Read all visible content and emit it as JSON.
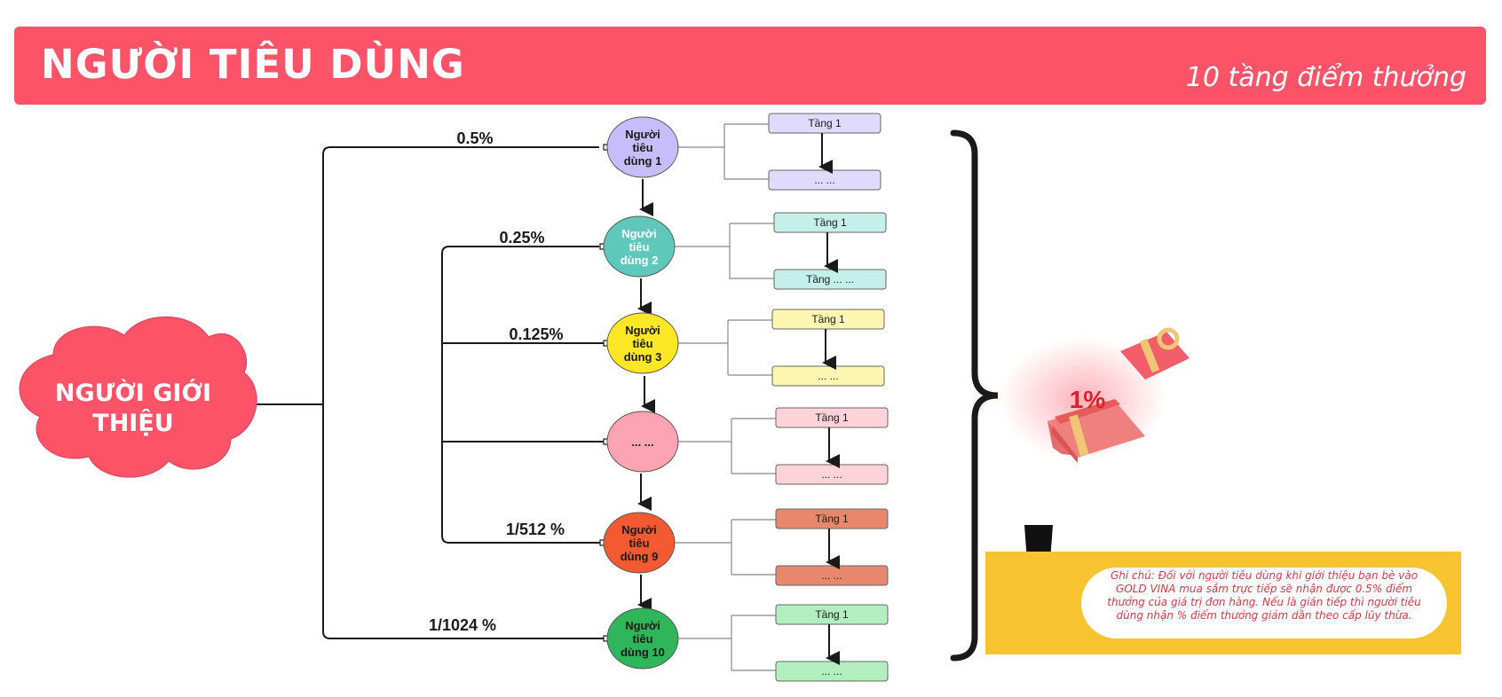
{
  "header": {
    "title": "NGƯỜI TIÊU DÙNG",
    "subtitle": "10 tầng điểm thưởng"
  },
  "referrer": {
    "label_line1": "NGƯỜI GIỚI",
    "label_line2": "THIỆU"
  },
  "consumers": [
    {
      "line1": "Người",
      "line2": "tiêu",
      "line3": "dùng 1",
      "percent": "0.5%",
      "tier_top": "Tầng 1",
      "tier_bottom": "... ...",
      "color": "#c8bdfb",
      "tier_color": "#e0dafc",
      "text_color": "#1a1a1a"
    },
    {
      "line1": "Người",
      "line2": "tiêu",
      "line3": "dùng 2",
      "percent": "0.25%",
      "tier_top": "Tầng 1",
      "tier_bottom": "Tầng ... ...",
      "color": "#5fc8bd",
      "tier_color": "#c4efea",
      "text_color": "#ffffff"
    },
    {
      "line1": "Người",
      "line2": "tiêu",
      "line3": "dùng 3",
      "percent": "0.125%",
      "tier_top": "Tầng 1",
      "tier_bottom": "... ...",
      "color": "#fde623",
      "tier_color": "#fdf6b3",
      "text_color": "#1a1a1a"
    },
    {
      "line1": "",
      "line2": "... ...",
      "line3": "",
      "percent": "",
      "tier_top": "Tầng 1",
      "tier_bottom": "... ...",
      "color": "#fda3b1",
      "tier_color": "#fdd3d9",
      "text_color": "#1a1a1a"
    },
    {
      "line1": "Người",
      "line2": "tiêu",
      "line3": "dùng 9",
      "percent": "1/512 %",
      "tier_top": "Tầng 1",
      "tier_bottom": "... ...",
      "color": "#f45a32",
      "tier_color": "#e8876c",
      "text_color": "#1a1a1a"
    },
    {
      "line1": "Người",
      "line2": "tiêu",
      "line3": "dùng 10",
      "percent": "1/1024 %",
      "tier_top": "Tầng 1",
      "tier_bottom": "... ...",
      "color": "#2fb55a",
      "tier_color": "#b1f0be",
      "text_color": "#1a1a1a"
    }
  ],
  "reward": {
    "label": "1%"
  },
  "note": {
    "text": "Ghi chú: Đối với người tiêu dùng khi giới thiệu bạn bè vào GOLD VINA mua sắm trực tiếp sẽ nhận được 0.5% điểm thưởng của giá trị đơn hàng. Nếu là gián tiếp thì người tiêu dùng nhận % điểm thưởng giảm dần theo cấp lũy thừa."
  },
  "colors": {
    "brand": "#fd5368",
    "note_bg": "#f6c431",
    "note_text": "#d93b45"
  }
}
